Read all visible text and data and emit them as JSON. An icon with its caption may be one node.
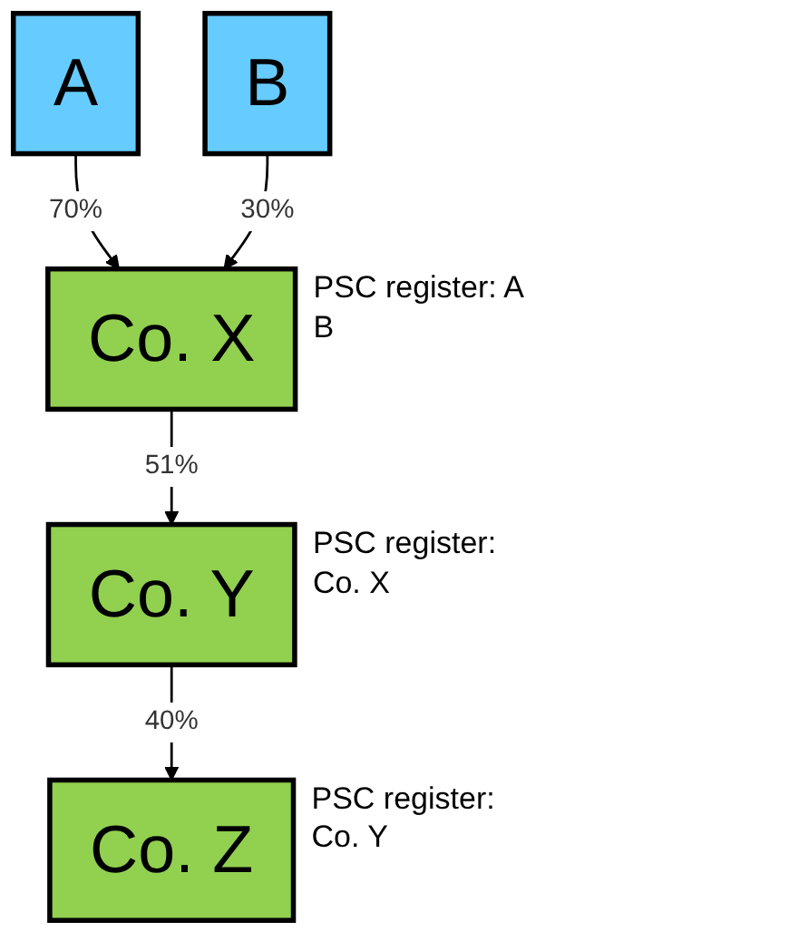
{
  "diagram": {
    "nodes": [
      {
        "text": [
          "A"
        ]
      },
      {
        "text": [
          "B"
        ]
      },
      {
        "text": [
          "Co. X"
        ],
        "beside": [
          "PSC register: A B"
        ]
      },
      {
        "text": [
          "Co. Y"
        ],
        "beside": [
          "PSC register: Co. X"
        ]
      },
      {
        "text": [
          "Co. Z"
        ],
        "beside": [
          "PSC register: Co. Y"
        ]
      }
    ],
    "edges": [
      {
        "from": 0,
        "to": 2,
        "arrow": "to",
        "label": "70%"
      },
      {
        "from": 1,
        "to": 2,
        "arrow": "to",
        "label": "30%"
      },
      {
        "from": 2,
        "to": 3,
        "arrow": "to",
        "label": "51%"
      },
      {
        "from": 3,
        "to": 4,
        "arrow": "to",
        "label": "40%"
      }
    ]
  }
}
